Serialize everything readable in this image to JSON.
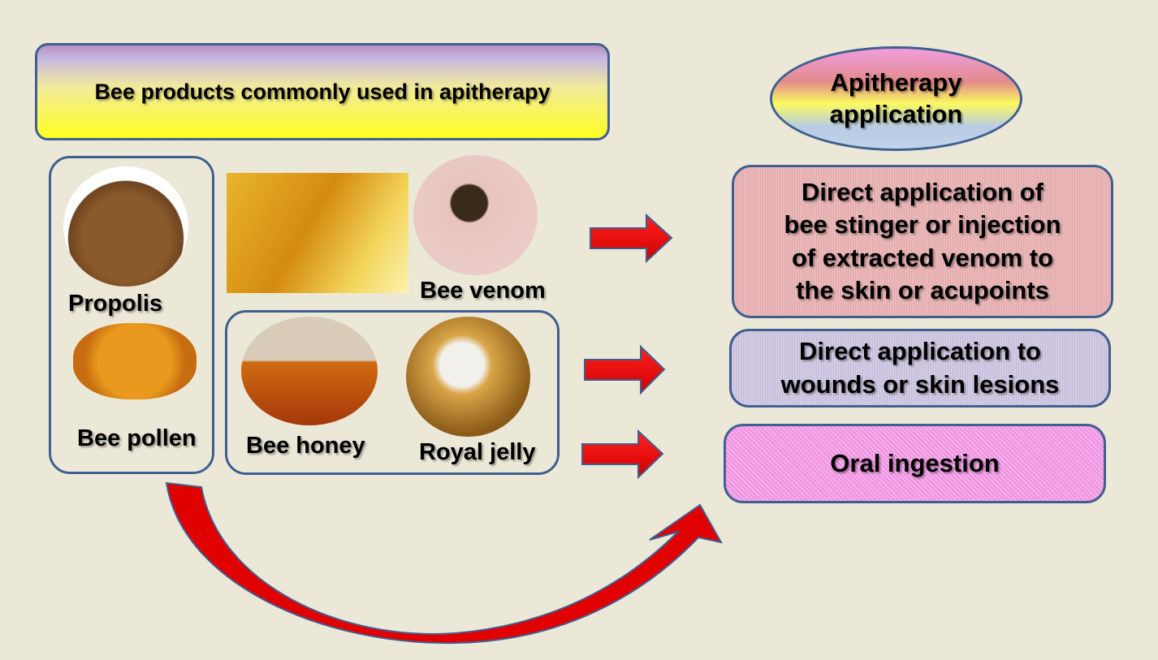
{
  "title": "Bee products commonly used in apitherapy",
  "application_header": {
    "line1": "Apitherapy",
    "line2": "application"
  },
  "products": {
    "propolis": "Propolis",
    "bee_pollen": "Bee pollen",
    "bee_venom": "Bee venom",
    "bee_honey": "Bee honey",
    "royal_jelly": "Royal jelly"
  },
  "applications": {
    "venom": [
      "Direct application of",
      "bee stinger or injection",
      "of extracted venom to",
      "the skin or acupoints"
    ],
    "topical": [
      "Direct application to",
      "wounds or skin lesions"
    ],
    "oral": "Oral ingestion"
  },
  "colors": {
    "arrow": "#ff0000",
    "border": "#3f5f8f",
    "background": "#ece8d8"
  }
}
